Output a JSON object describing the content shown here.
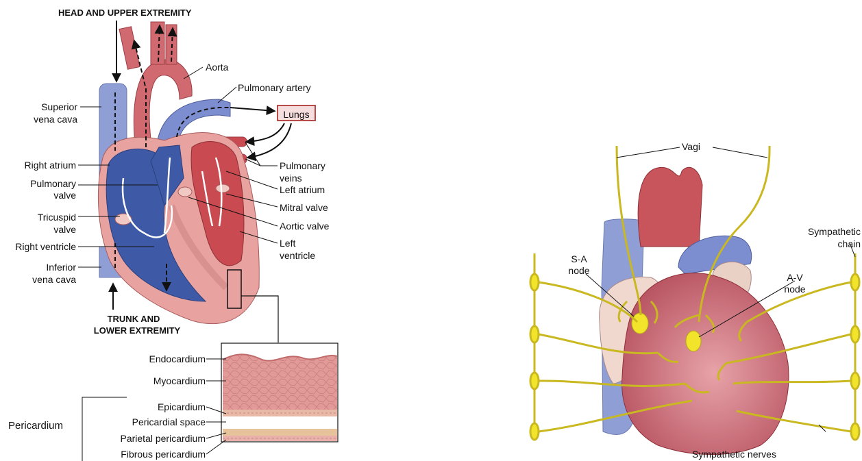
{
  "heart_diagram": {
    "head_label": "HEAD AND UPPER EXTREMITY",
    "trunk_label_1": "TRUNK AND",
    "trunk_label_2": "LOWER EXTREMITY",
    "lungs": "Lungs",
    "aorta": "Aorta",
    "pulmonary_artery": "Pulmonary artery",
    "superior_vena_cava_1": "Superior",
    "superior_vena_cava_2": "vena cava",
    "right_atrium": "Right atrium",
    "pulmonary_valve_1": "Pulmonary",
    "pulmonary_valve_2": "valve",
    "tricuspid_valve_1": "Tricuspid",
    "tricuspid_valve_2": "valve",
    "right_ventricle": "Right ventricle",
    "inferior_vena_cava_1": "Inferior",
    "inferior_vena_cava_2": "vena cava",
    "pulmonary_veins_1": "Pulmonary",
    "pulmonary_veins_2": "veins",
    "left_atrium": "Left atrium",
    "mitral_valve": "Mitral valve",
    "aortic_valve": "Aortic valve",
    "left_ventricle_1": "Left",
    "left_ventricle_2": "ventricle"
  },
  "wall_diagram": {
    "endocardium": "Endocardium",
    "myocardium": "Myocardium",
    "epicardium": "Epicardium",
    "pericardial_space": "Pericardial space",
    "parietal_pericardium": "Parietal pericardium",
    "fibrous_pericardium": "Fibrous pericardium",
    "pericardium": "Pericardium"
  },
  "innervation_diagram": {
    "vagi": "Vagi",
    "sa_node_1": "S-A",
    "sa_node_2": "node",
    "av_node_1": "A-V",
    "av_node_2": "node",
    "sympathetic_chain_1": "Sympathetic",
    "sympathetic_chain_2": "chain",
    "sympathetic_nerves": "Sympathetic nerves"
  },
  "colors": {
    "oxygenated": "#c94a50",
    "deoxygenated": "#3e5aa6",
    "vein_blue": "#8f9fd6",
    "myocardium_pink": "#e8a3a0",
    "nerve_yellow": "#e8d83a",
    "epicardium_tan": "#e6c39a"
  }
}
